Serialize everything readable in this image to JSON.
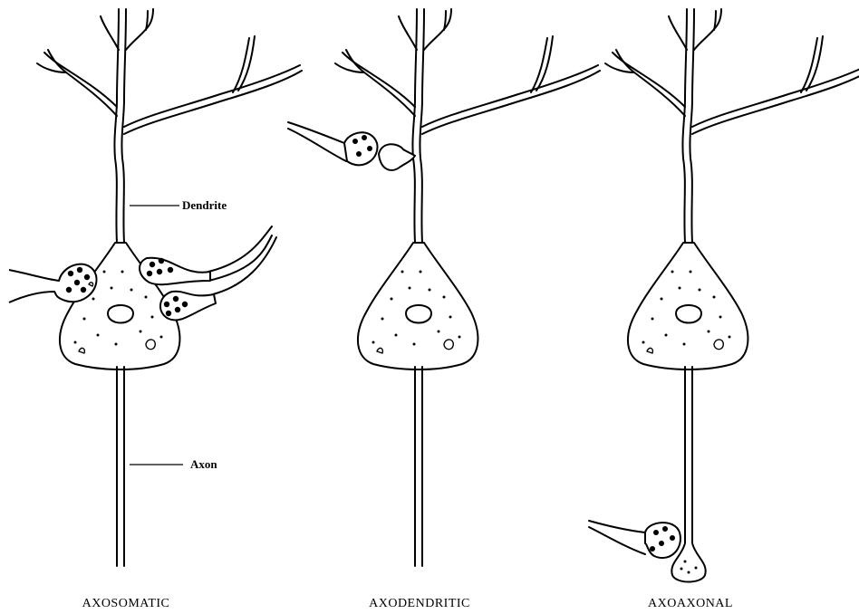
{
  "labels": {
    "dendrite": "Dendrite",
    "axon": "Axon"
  },
  "captions": {
    "axosomatic": "AXOSOMATIC",
    "axodendritic": "AXODENDRITIC",
    "axoaxonal": "AXOAXONAL"
  }
}
